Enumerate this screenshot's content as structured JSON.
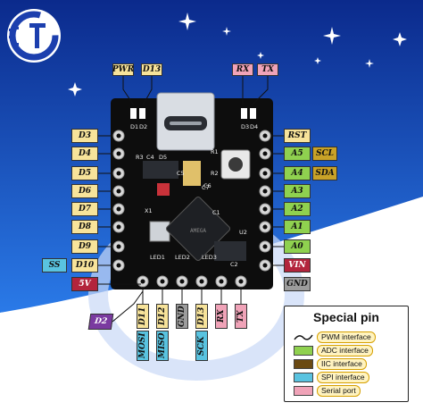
{
  "colors": {
    "sky_top": "#0b2a8c",
    "sky_bottom": "#1f67e3",
    "board": "#0d0d0d",
    "digital": "#f7e39a",
    "analog": "#8fd14f",
    "iic": "#c9a227",
    "spi": "#59c3e0",
    "serial": "#f0a3b8",
    "power_red": "#b3243c",
    "gnd_gray": "#9c9c9c",
    "d2_purple": "#7a3aa0"
  },
  "icons": [
    "logo-icon",
    "usb-c-icon",
    "chip-icon",
    "reset-button-icon",
    "star-icon"
  ],
  "top_labels": [
    {
      "text": "PWR",
      "color": "#f7e39a"
    },
    {
      "text": "D13",
      "color": "#f7e39a"
    },
    {
      "text": "RX",
      "color": "#f0a3b8"
    },
    {
      "text": "TX",
      "color": "#f0a3b8"
    }
  ],
  "left_labels": [
    {
      "text": "D3",
      "color": "#f7e39a"
    },
    {
      "text": "D4",
      "color": "#f7e39a"
    },
    {
      "text": "D5",
      "color": "#f7e39a"
    },
    {
      "text": "D6",
      "color": "#f7e39a"
    },
    {
      "text": "D7",
      "color": "#f7e39a"
    },
    {
      "text": "D8",
      "color": "#f7e39a"
    },
    {
      "text": "D9",
      "color": "#f7e39a"
    },
    {
      "text": "D10",
      "color": "#f7e39a"
    },
    {
      "text": "5V",
      "color": "#b3243c"
    }
  ],
  "ss_label": {
    "text": "SS"
  },
  "d2_label": {
    "text": "D2"
  },
  "right_labels": [
    {
      "text": "RST",
      "color": "#f7e39a"
    },
    {
      "text": "A5",
      "color": "#8fd14f"
    },
    {
      "text": "A4",
      "color": "#8fd14f"
    },
    {
      "text": "A3",
      "color": "#8fd14f"
    },
    {
      "text": "A2",
      "color": "#8fd14f"
    },
    {
      "text": "A1",
      "color": "#8fd14f"
    },
    {
      "text": "A0",
      "color": "#8fd14f"
    },
    {
      "text": "VIN",
      "color": "#b3243c"
    },
    {
      "text": "GND",
      "color": "#9c9c9c"
    }
  ],
  "iic_labels": [
    {
      "text": "SCL"
    },
    {
      "text": "SDA"
    }
  ],
  "bottom_labels": [
    {
      "text": "D11",
      "color": "#f7e39a"
    },
    {
      "text": "D12",
      "color": "#f7e39a"
    },
    {
      "text": "GND",
      "color": "#9c9c9c"
    },
    {
      "text": "D13",
      "color": "#f7e39a"
    },
    {
      "text": "RX",
      "color": "#f0a3b8"
    },
    {
      "text": "TX",
      "color": "#f0a3b8"
    }
  ],
  "spi_labels": [
    {
      "text": "MOSI"
    },
    {
      "text": "MISO"
    },
    {
      "text": "SCK"
    }
  ],
  "silkscreen": [
    "D1",
    "D2",
    "R3",
    "C4",
    "D5",
    "C5",
    "C7",
    "R1",
    "R2",
    "X1",
    "C1",
    "C2",
    "C6",
    "U2",
    "LED1",
    "LED2",
    "LED3",
    "D3",
    "D4"
  ],
  "legend": {
    "title": "Special pin",
    "items": [
      {
        "label": "PWM interface",
        "swatch": "wave"
      },
      {
        "label": "ADC interface",
        "swatch": "#8fd14f"
      },
      {
        "label": "IIC interface",
        "swatch": "#6b4a12"
      },
      {
        "label": "SPI interface",
        "swatch": "#59c3e0"
      },
      {
        "label": "Serial port",
        "swatch": "#f0a3b8"
      }
    ]
  }
}
